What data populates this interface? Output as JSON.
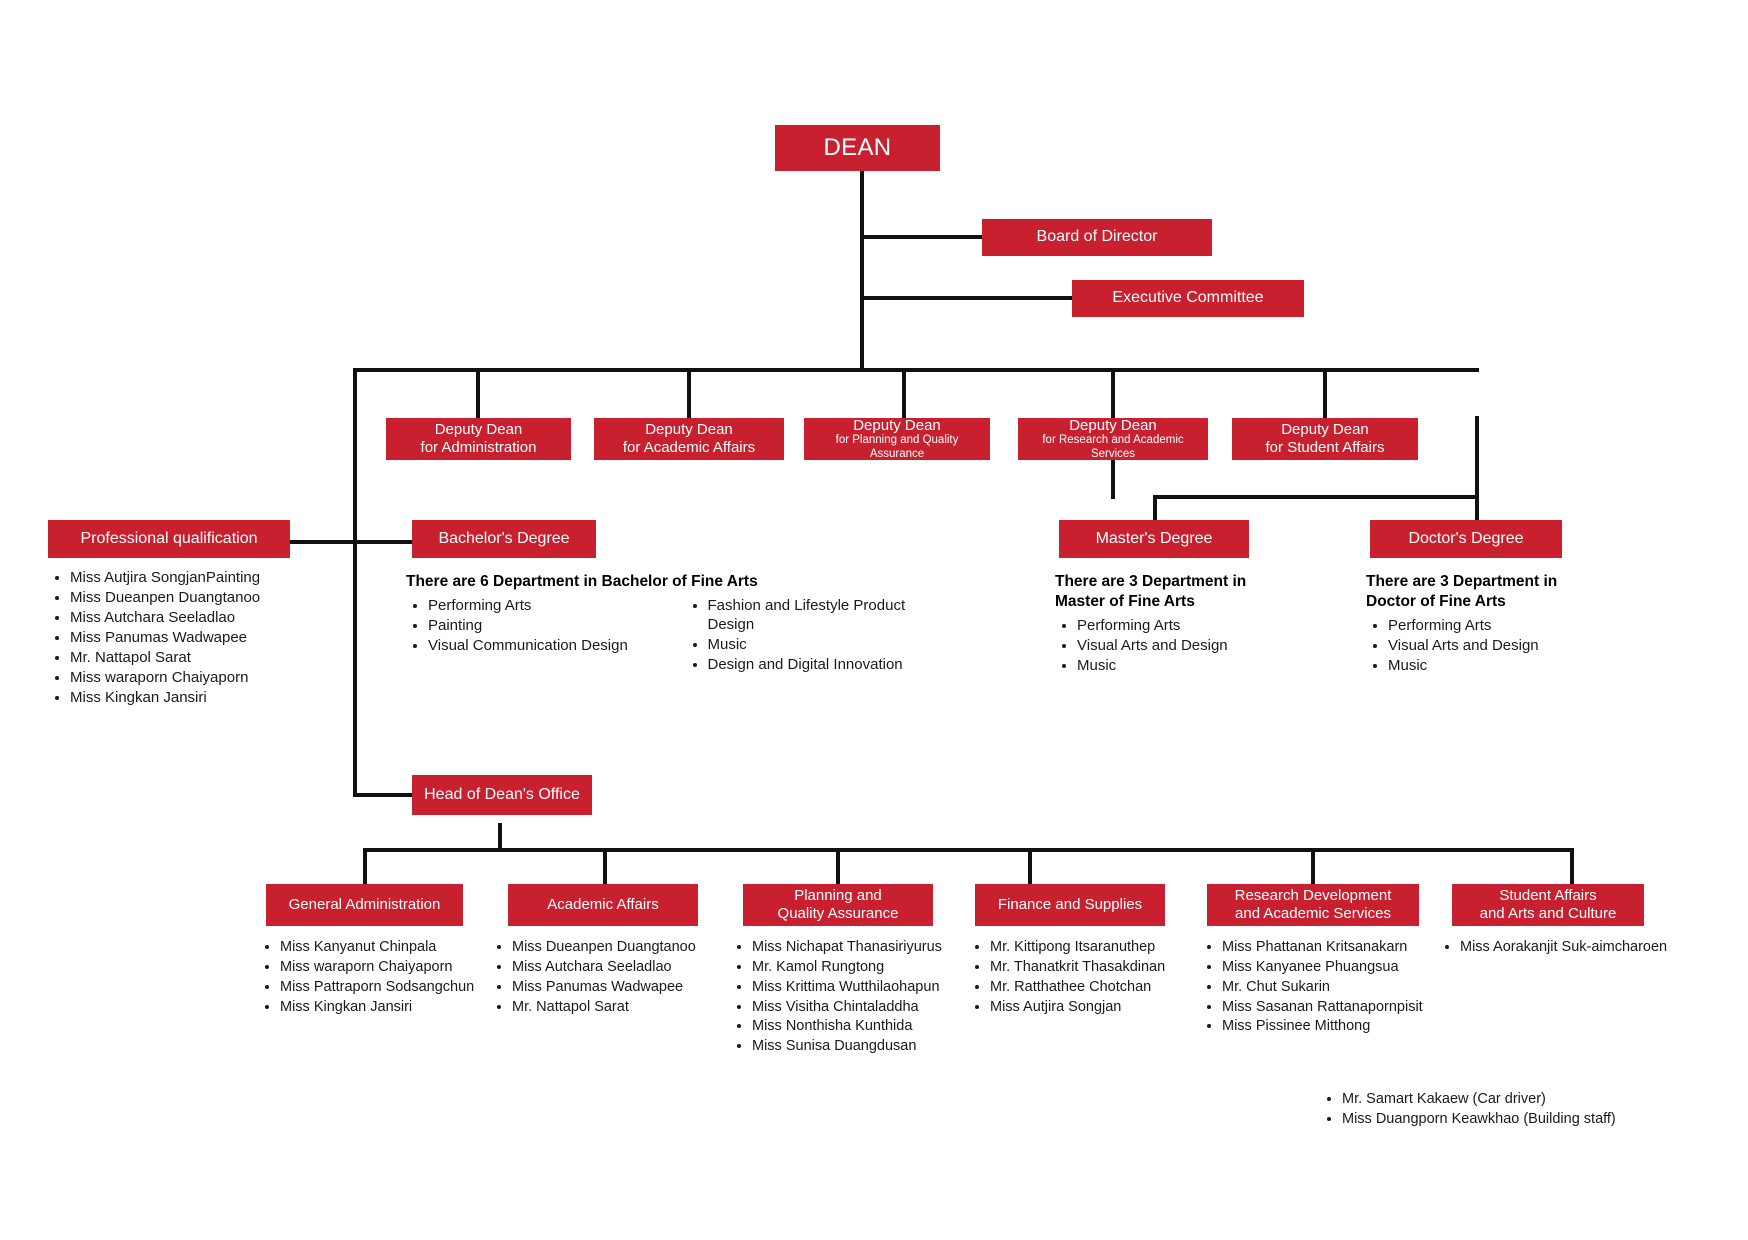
{
  "diagram": {
    "title_node": "DEAN",
    "accent_color": "#c8202f",
    "line_color": "#111111",
    "background": "#ffffff"
  },
  "top": {
    "dean": "DEAN",
    "board_of_director": "Board of Director",
    "executive_committee": "Executive Committee"
  },
  "deputy_deans": [
    {
      "line1": "Deputy Dean",
      "line2": "for Administration",
      "small": false
    },
    {
      "line1": "Deputy Dean",
      "line2": "for Academic Affairs",
      "small": false
    },
    {
      "line1": "Deputy Dean",
      "line2": "for Planning and Quality Assurance",
      "small": true
    },
    {
      "line1": "Deputy Dean",
      "line2": "for Research and Academic Services",
      "small": true
    },
    {
      "line1": "Deputy Dean",
      "line2": "for Student Affairs",
      "small": false
    }
  ],
  "professional_qualification": {
    "title": "Professional qualification",
    "people": [
      "Miss Autjira SongjanPainting",
      "Miss Dueanpen Duangtanoo",
      "Miss Autchara Seeladlao",
      "Miss Panumas Wadwapee",
      "Mr. Nattapol Sarat",
      "Miss waraporn Chaiyaporn",
      "Miss Kingkan Jansiri"
    ]
  },
  "bachelor": {
    "title": "Bachelor's Degree",
    "heading": "There are 6 Department in Bachelor of Fine Arts",
    "departments_col1": [
      "Performing Arts",
      "Painting",
      "Visual Communication Design"
    ],
    "departments_col2": [
      "Fashion and Lifestyle Product Design",
      "Music",
      "Design and Digital Innovation"
    ]
  },
  "master": {
    "title": "Master's Degree",
    "heading": "There are 3 Department in Master of Fine Arts",
    "departments": [
      "Performing Arts",
      "Visual Arts and Design",
      "Music"
    ]
  },
  "doctor": {
    "title": "Doctor's Degree",
    "heading": "There are 3 Department in Doctor of Fine Arts",
    "departments": [
      "Performing Arts",
      "Visual Arts and Design",
      "Music"
    ]
  },
  "head_office": {
    "title": "Head of Dean's Office"
  },
  "units": [
    {
      "name": "General Administration",
      "line1": "General Administration",
      "line2": "",
      "staff": [
        "Miss Kanyanut Chinpala",
        "Miss waraporn Chaiyaporn",
        "Miss Pattraporn Sodsangchun",
        "Miss Kingkan Jansiri"
      ]
    },
    {
      "name": "Academic Affairs",
      "line1": "Academic Affairs",
      "line2": "",
      "staff": [
        "Miss Dueanpen Duangtanoo",
        "Miss Autchara Seeladlao",
        "Miss Panumas Wadwapee",
        "Mr. Nattapol Sarat"
      ]
    },
    {
      "name": "Planning and Quality Assurance",
      "line1": "Planning and",
      "line2": "Quality Assurance",
      "staff": [
        "Miss Nichapat Thanasiriyurus",
        "Mr. Kamol Rungtong",
        "Miss Krittima Wutthilaohapun",
        "Miss Visitha Chintaladdha",
        "Miss Nonthisha Kunthida",
        "Miss Sunisa Duangdusan"
      ]
    },
    {
      "name": "Finance and Supplies",
      "line1": "Finance and Supplies",
      "line2": "",
      "staff": [
        "Mr. Kittipong Itsaranuthep",
        "Mr. Thanatkrit Thasakdinan",
        "Mr. Ratthathee Chotchan",
        "Miss Autjira Songjan"
      ]
    },
    {
      "name": "Research Development and Academic Services",
      "line1": "Research Development",
      "line2": "and Academic Services",
      "staff": [
        "Miss Phattanan Kritsanakarn",
        "Miss Kanyanee Phuangsua",
        "Mr. Chut Sukarin",
        "Miss Sasanan Rattanapornpisit",
        "Miss Pissinee Mitthong"
      ]
    },
    {
      "name": "Student Affairs and Arts and Culture",
      "line1": "Student Affairs",
      "line2": "and Arts and Culture",
      "staff": [
        "Miss Aorakanjit Suk-aimcharoen"
      ]
    }
  ],
  "support_staff": [
    "Mr. Samart Kakaew (Car driver)",
    "Miss Duangporn Keawkhao (Building staff)"
  ]
}
